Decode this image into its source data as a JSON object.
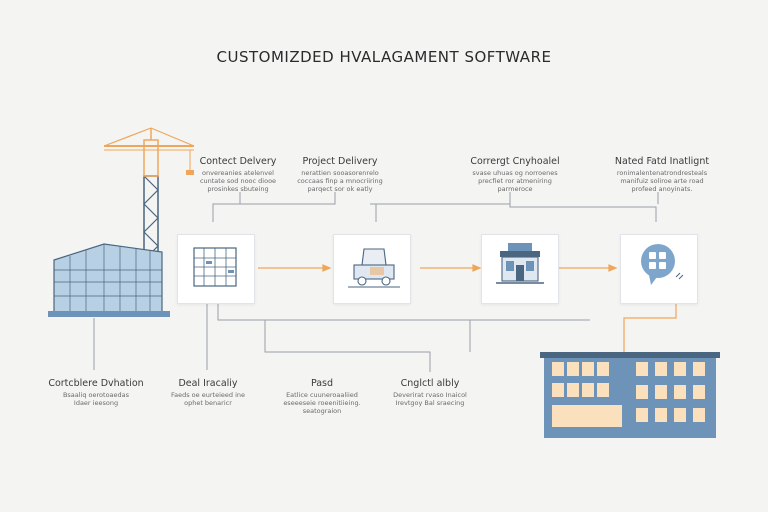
{
  "title": "CUSTOMIZDED HVALAGAMENT SOFTWARE",
  "top_labels": [
    {
      "heading": "Contect Delvery",
      "lines": [
        "onvereanies atelenvel",
        "cuntate sod nooc diooe",
        "prosinkes sbuteing"
      ]
    },
    {
      "heading": "Project Delivery",
      "lines": [
        "nerattien sooasorenrelo",
        "coccaas finp a mnocriiring",
        "parqect sor ok eatly"
      ]
    },
    {
      "heading": "Corrergt Cnyhoalel",
      "lines": [
        "svase uhuas og norroenes",
        "precfiet ror atmeniring",
        "parmeroce"
      ]
    },
    {
      "heading": "Nated Fatd Inatlignt",
      "lines": [
        "ronimalentenatrondresteals",
        "manifuiz soliroe arte road",
        "profeed anoyinats."
      ]
    }
  ],
  "bottom_labels": [
    {
      "heading": "Cortcblere Dvhation",
      "lines": [
        "Bsaaliq oerotoaedas",
        "Idaer ieesong"
      ]
    },
    {
      "heading": "Deal Iracaliy",
      "lines": [
        "Faeds oe eurteieed ine",
        "ophet benaricr"
      ]
    },
    {
      "heading": "Pasd",
      "lines": [
        "Eatlice cuuneroaaliied",
        "eseeeseie roeenitiieing.",
        "seatograion"
      ]
    },
    {
      "heading": "Cnglctl albly",
      "lines": [
        "Deverirat rvaso Inaicol",
        "Irevtgoy Bal sraecing"
      ]
    }
  ],
  "icons": [
    "grid-document-icon",
    "delivery-truck-icon",
    "storefront-icon",
    "team-bubble-icon"
  ],
  "colors": {
    "accent": "#f0a65a",
    "building": "#6e93b8",
    "glass": "#b8d0e4",
    "window": "#fbe0bd",
    "line": "#9aa0a6"
  }
}
